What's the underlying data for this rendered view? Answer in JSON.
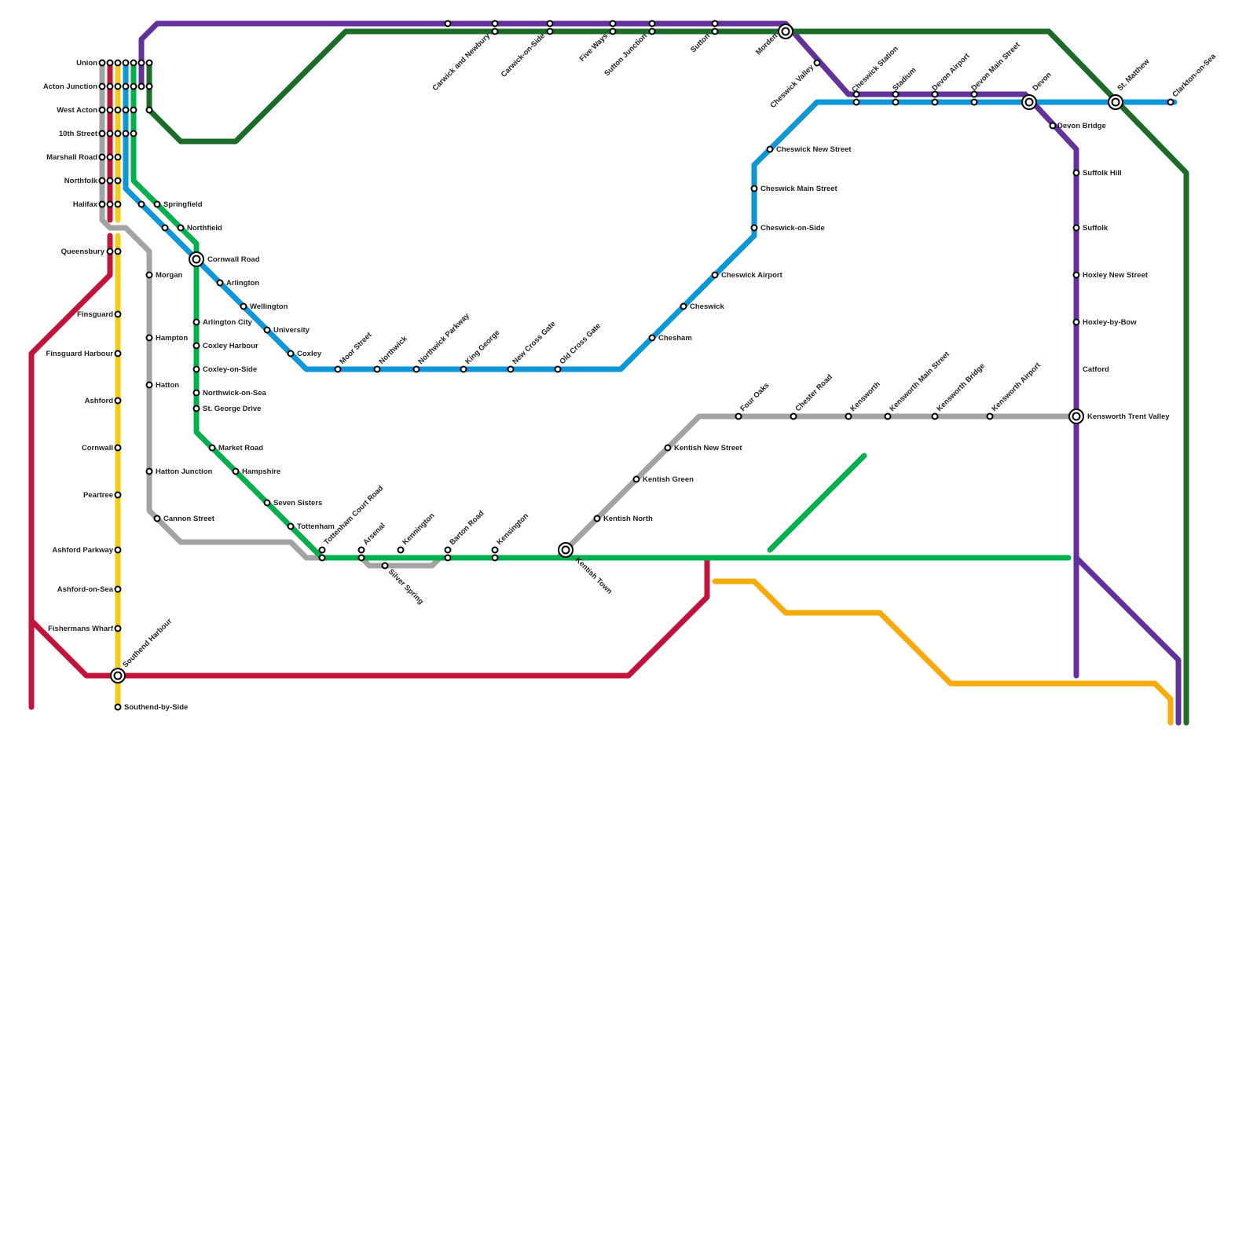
{
  "colors": {
    "red": "#c0143c",
    "yellow": "#f0cc1a",
    "grey": "#a3a3a3",
    "blue": "#0e96d6",
    "green": "#00b04f",
    "darkgreen": "#1d6b28",
    "purple": "#63319a",
    "orange": "#f7ab0a"
  },
  "stations": [
    {
      "name": "Union"
    },
    {
      "name": "Acton Junction"
    },
    {
      "name": "West Acton"
    },
    {
      "name": "10th Street"
    },
    {
      "name": "Marshall Road"
    },
    {
      "name": "Northfolk"
    },
    {
      "name": "Halifax"
    },
    {
      "name": "Queensbury"
    },
    {
      "name": "Finsguard"
    },
    {
      "name": "Finsguard Harbour"
    },
    {
      "name": "Ashford"
    },
    {
      "name": "Cornwall"
    },
    {
      "name": "Peartree"
    },
    {
      "name": "Ashford Parkway"
    },
    {
      "name": "Ashford-on-Sea"
    },
    {
      "name": "Fishermans Wharf"
    },
    {
      "name": "Southend Harbour"
    },
    {
      "name": "Southend-by-Side"
    },
    {
      "name": "Springfield"
    },
    {
      "name": "Northfield"
    },
    {
      "name": "Cornwall Road"
    },
    {
      "name": "Arlington"
    },
    {
      "name": "Wellington"
    },
    {
      "name": "University"
    },
    {
      "name": "Coxley"
    },
    {
      "name": "Morgan"
    },
    {
      "name": "Hampton"
    },
    {
      "name": "Hatton"
    },
    {
      "name": "Hatton Junction"
    },
    {
      "name": "Cannon Street"
    },
    {
      "name": "Arlington City"
    },
    {
      "name": "Coxley Harbour"
    },
    {
      "name": "Coxley-on-Side"
    },
    {
      "name": "Northwick-on-Sea"
    },
    {
      "name": "St. George Drive"
    },
    {
      "name": "Market Road"
    },
    {
      "name": "Hampshire"
    },
    {
      "name": "Seven Sisters"
    },
    {
      "name": "Tottenham"
    },
    {
      "name": "Tottenham Court Road"
    },
    {
      "name": "Arsenal"
    },
    {
      "name": "Silver Spring"
    },
    {
      "name": "Kennington"
    },
    {
      "name": "Barton Road"
    },
    {
      "name": "Kensington"
    },
    {
      "name": "Kentish Town"
    },
    {
      "name": "Kentish North"
    },
    {
      "name": "Kentish Green"
    },
    {
      "name": "Kentish New Street"
    },
    {
      "name": "Four Oaks"
    },
    {
      "name": "Chester Road"
    },
    {
      "name": "Kensworth"
    },
    {
      "name": "Kensworth Main Street"
    },
    {
      "name": "Kensworth Bridge"
    },
    {
      "name": "Kensworth Airport"
    },
    {
      "name": "Kensworth Trent Valley"
    },
    {
      "name": "Moor Street"
    },
    {
      "name": "Northwick"
    },
    {
      "name": "Northwick Parkway"
    },
    {
      "name": "King George"
    },
    {
      "name": "New Cross Gate"
    },
    {
      "name": "Old Cross Gate"
    },
    {
      "name": "Chesham"
    },
    {
      "name": "Cheswick"
    },
    {
      "name": "Cheswick Airport"
    },
    {
      "name": "Cheswick-on-Side"
    },
    {
      "name": "Cheswick Main Street"
    },
    {
      "name": "Cheswick New Street"
    },
    {
      "name": "Carwick and Newbury"
    },
    {
      "name": "Carwick-on-Side"
    },
    {
      "name": "Five Ways"
    },
    {
      "name": "Sutton Junction"
    },
    {
      "name": "Sutton"
    },
    {
      "name": "Morden"
    },
    {
      "name": "Cheswick Valley"
    },
    {
      "name": "Cheswick Station"
    },
    {
      "name": "Stadium"
    },
    {
      "name": "Devon Airport"
    },
    {
      "name": "Devon Main Street"
    },
    {
      "name": "Devon"
    },
    {
      "name": "St. Matthew"
    },
    {
      "name": "Clarkton-on-Sea"
    },
    {
      "name": "Devon Bridge"
    },
    {
      "name": "Suffolk Hill"
    },
    {
      "name": "Suffolk"
    },
    {
      "name": "Hoxley New Street"
    },
    {
      "name": "Hoxley-by-Bow"
    },
    {
      "name": "Catford"
    }
  ]
}
